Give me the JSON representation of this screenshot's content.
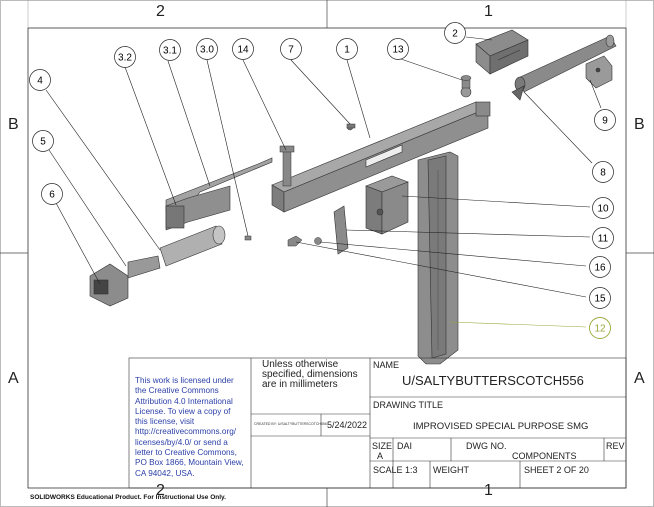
{
  "sheet": {
    "zones_top": [
      "2",
      "1"
    ],
    "zones_bottom": [
      "2",
      "1"
    ],
    "zones_left": [
      "B",
      "A"
    ],
    "zones_right": [
      "B",
      "A"
    ]
  },
  "balloons": [
    {
      "label": "2"
    },
    {
      "label": "1"
    },
    {
      "label": "13"
    },
    {
      "label": "7"
    },
    {
      "label": "14"
    },
    {
      "label": "3.0"
    },
    {
      "label": "3.1"
    },
    {
      "label": "3.2"
    },
    {
      "label": "4"
    },
    {
      "label": "5"
    },
    {
      "label": "6"
    },
    {
      "label": "9"
    },
    {
      "label": "8"
    },
    {
      "label": "10"
    },
    {
      "label": "11"
    },
    {
      "label": "16"
    },
    {
      "label": "15"
    },
    {
      "label": "12"
    }
  ],
  "title_block": {
    "tolerance_note": "Unless otherwise specified, dimensions are in millimeters",
    "created_by": "CREATED BY: U/SALTYBUTTERSCOTCH556",
    "date": "5/24/2022",
    "name_label": "NAME",
    "name_value": "U/SALTYBUTTERSCOTCH556",
    "drawing_title_label": "DRAWING TITLE",
    "drawing_title_value": "IMPROVISED SPECIAL PURPOSE SMG",
    "size_label": "SIZE",
    "size_value": "A",
    "dai_label": "DAI",
    "dwg_no_label": "DWG NO.",
    "dwg_no_value": "COMPONENTS",
    "rev_label": "REV",
    "scale": "SCALE  1:3",
    "weight": "WEIGHT",
    "sheet": "SHEET 2 OF 20"
  },
  "license": "This work is licensed under\nthe Creative Commons\nAttribution 4.0 International\nLicense. To view a copy of\nthis license, visit\nhttp://creativecommons.org/\nlicenses/by/4.0/ or send a\nletter to Creative Commons,\nPO Box 1866, Mountain View,\nCA 94042, USA.",
  "footer": "SOLIDWORKS Educational Product. For Instructional Use Only.",
  "colors": {
    "balloon_highlight": "#9aa63a",
    "license_text": "#2b3fa8"
  }
}
